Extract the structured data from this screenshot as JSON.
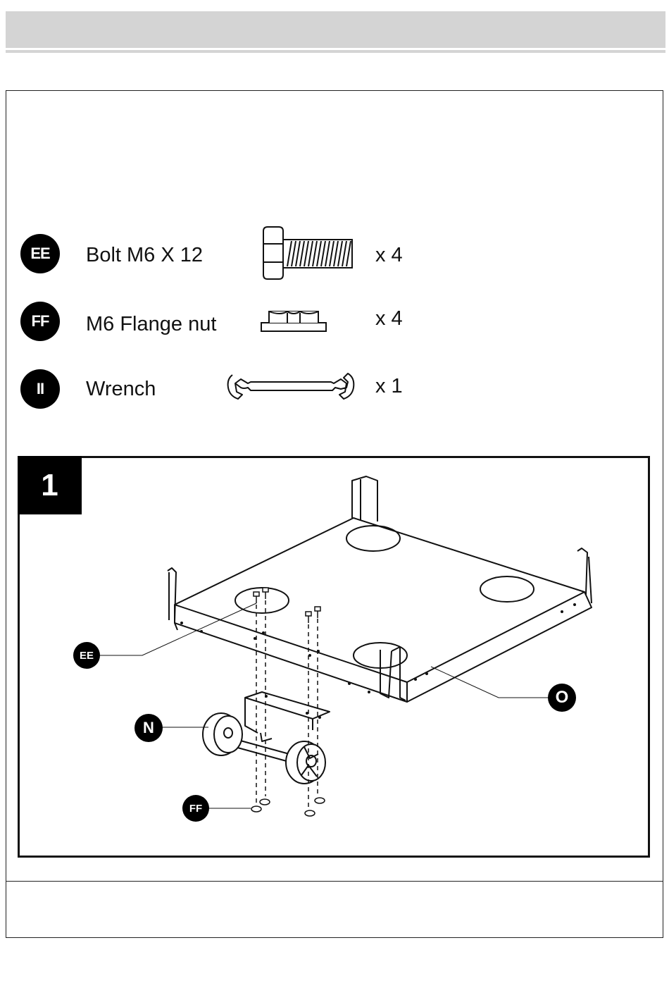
{
  "parts": [
    {
      "id": "EE",
      "name": "Bolt M6 X 12",
      "quantity": "x 4",
      "icon": "bolt-icon"
    },
    {
      "id": "FF",
      "name": "M6 Flange nut",
      "quantity": "x 4",
      "icon": "flange-nut-icon"
    },
    {
      "id": "II",
      "name": "Wrench",
      "quantity": "x 1",
      "icon": "wrench-icon"
    }
  ],
  "step": {
    "number": "1",
    "callouts": {
      "bolt": "EE",
      "wheels": "N",
      "base": "O",
      "nut": "FF"
    }
  }
}
